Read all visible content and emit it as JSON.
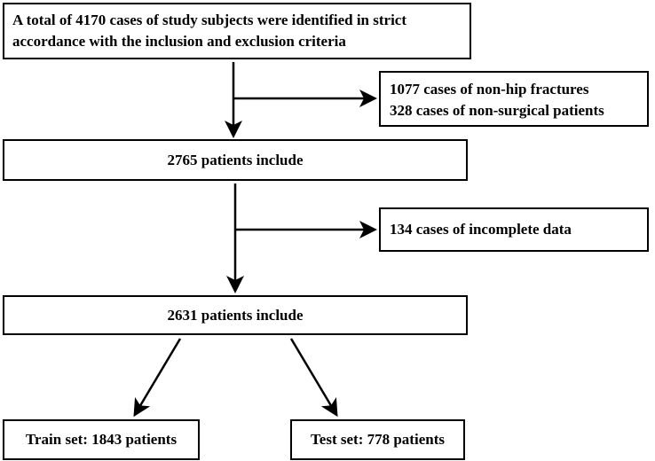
{
  "flowchart": {
    "start": {
      "line1": "A total of 4170 cases of study subjects were identified in strict",
      "line2": "accordance with the inclusion and exclusion criteria"
    },
    "exclusion1": {
      "line1": "1077 cases of non-hip fractures",
      "line2": "328 cases of non-surgical patients"
    },
    "step2": "2765 patients include",
    "exclusion2": "134 cases of incomplete data",
    "step3": "2631 patients include",
    "train": "Train set: 1843 patients",
    "test": "Test set: 778 patients"
  },
  "colors": {
    "stroke": "#000000",
    "background": "#ffffff"
  }
}
